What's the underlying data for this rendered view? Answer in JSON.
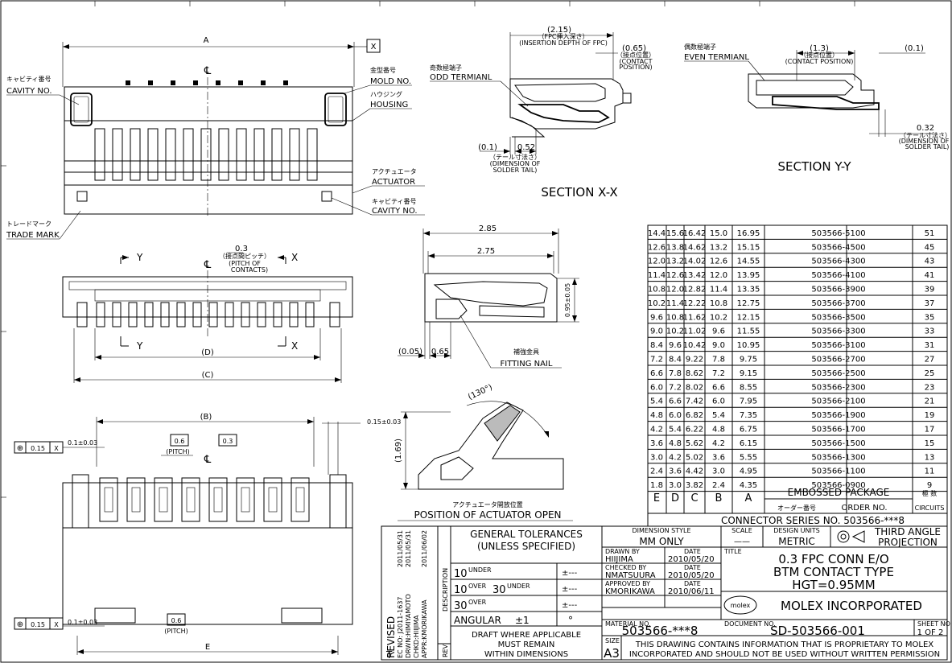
{
  "top_view": {
    "dim_a": "A",
    "datum_x": "X",
    "centerline": "℄",
    "cavity_jp": "キャビティ番号",
    "cavity_en": "CAVITY NO.",
    "mold_jp": "金型番号",
    "mold_en": "MOLD NO.",
    "housing_jp": "ハウジング",
    "housing_en": "HOUSING",
    "actuator_jp": "アクチュエータ",
    "actuator_en": "ACTUATOR",
    "cavity2_jp": "キャビティ番号",
    "cavity2_en": "CAVITY NO.",
    "trade_jp": "トレードマーク",
    "trade_en": "TRADE MARK"
  },
  "front_view": {
    "y_label": "Y",
    "x_label": "X",
    "pitch_val": "0.3",
    "pitch_jp": "（接点間ピッチ）",
    "pitch_en1": "(PITCH OF",
    "pitch_en2": "CONTACTS)",
    "dim_d": "(D)",
    "dim_c": "(C)"
  },
  "bottom_view": {
    "dim_b": "(B)",
    "tol_015": "0.15±0.03",
    "fc_pos": "⊕",
    "fc_val": "0.15",
    "fc_datum": "X",
    "tol_01": "0.1±0.03",
    "pitch_06": "0.6",
    "pitch_label": "(PITCH)",
    "box_03": "0.3",
    "pitch_06b": "0.6",
    "pitch_label_b": "(PITCH)",
    "dim_e": "E",
    "centerline": "℄"
  },
  "section_xx": {
    "dim_215": "(2.15)",
    "fpc_jp": "（FPC挿入深さ）",
    "fpc_en": "(INSERTION DEPTH OF FPC)",
    "dim_065": "(0.65)",
    "contact_jp": "（接点位置）",
    "contact_en1": "(CONTACT",
    "contact_en2": "POSITION)",
    "odd_jp": "奇数極端子",
    "odd_en": "ODD TERMIANL",
    "dim_01": "(0.1)",
    "dim_052": "0.52",
    "tail_jp": "（テール寸法さ）",
    "tail_en1": "(DIMENSION OF",
    "tail_en2": "SOLDER TAIL)",
    "title": "SECTION X-X"
  },
  "section_yy": {
    "even_jp": "偶数極端子",
    "even_en": "EVEN TERMIANL",
    "dim_13": "(1.3)",
    "contact_jp": "（接点位置）",
    "contact_en": "(CONTACT POSITION)",
    "dim_01": "(0.1)",
    "dim_032": "0.32",
    "tail_jp": "（テール寸法さ）",
    "tail_en1": "(DIMENSION OF",
    "tail_en2": "SOLDER TAIL)",
    "title": "SECTION Y-Y"
  },
  "side_view": {
    "dim_285": "2.85",
    "dim_275": "2.75",
    "dim_095": "0.95±0.05",
    "dim_005": "(0.05)",
    "dim_065": "0.65",
    "nail_jp": "補強金具",
    "nail_en": "FITTING NAIL"
  },
  "actuator_view": {
    "angle": "(130°)",
    "dim_169": "(1.69)",
    "title_jp": "アクチュエータ開放位置",
    "title_en": "POSITION OF ACTUATOR OPEN"
  },
  "order_table": {
    "rows": [
      [
        "14.4",
        "15.6",
        "16.42",
        "15.0",
        "16.95",
        "503566-5100",
        "51"
      ],
      [
        "12.6",
        "13.8",
        "14.62",
        "13.2",
        "15.15",
        "503566-4500",
        "45"
      ],
      [
        "12.0",
        "13.2",
        "14.02",
        "12.6",
        "14.55",
        "503566-4300",
        "43"
      ],
      [
        "11.4",
        "12.6",
        "13.42",
        "12.0",
        "13.95",
        "503566-4100",
        "41"
      ],
      [
        "10.8",
        "12.0",
        "12.82",
        "11.4",
        "13.35",
        "503566-3900",
        "39"
      ],
      [
        "10.2",
        "11.4",
        "12.22",
        "10.8",
        "12.75",
        "503566-3700",
        "37"
      ],
      [
        "9.6",
        "10.8",
        "11.62",
        "10.2",
        "12.15",
        "503566-3500",
        "35"
      ],
      [
        "9.0",
        "10.2",
        "11.02",
        "9.6",
        "11.55",
        "503566-3300",
        "33"
      ],
      [
        "8.4",
        "9.6",
        "10.42",
        "9.0",
        "10.95",
        "503566-3100",
        "31"
      ],
      [
        "7.2",
        "8.4",
        "9.22",
        "7.8",
        "9.75",
        "503566-2700",
        "27"
      ],
      [
        "6.6",
        "7.8",
        "8.62",
        "7.2",
        "9.15",
        "503566-2500",
        "25"
      ],
      [
        "6.0",
        "7.2",
        "8.02",
        "6.6",
        "8.55",
        "503566-2300",
        "23"
      ],
      [
        "5.4",
        "6.6",
        "7.42",
        "6.0",
        "7.95",
        "503566-2100",
        "21"
      ],
      [
        "4.8",
        "6.0",
        "6.82",
        "5.4",
        "7.35",
        "503566-1900",
        "19"
      ],
      [
        "4.2",
        "5.4",
        "6.22",
        "4.8",
        "6.75",
        "503566-1700",
        "17"
      ],
      [
        "3.6",
        "4.8",
        "5.62",
        "4.2",
        "6.15",
        "503566-1500",
        "15"
      ],
      [
        "3.0",
        "4.2",
        "5.02",
        "3.6",
        "5.55",
        "503566-1300",
        "13"
      ],
      [
        "2.4",
        "3.6",
        "4.42",
        "3.0",
        "4.95",
        "503566-1100",
        "11"
      ],
      [
        "1.8",
        "3.0",
        "3.82",
        "2.4",
        "4.35",
        "503566-0900",
        "9"
      ]
    ],
    "headers": [
      "E",
      "D",
      "C",
      "B",
      "A"
    ],
    "embossed": "EMBOSSED PACKAGE",
    "order_jp": "オーダー番号",
    "order_en": "ORDER NO.",
    "circuits_jp": "極 数",
    "circuits_en": "CIRCUITS",
    "series": "CONNECTOR SERIES NO. 503566-***8"
  },
  "title_block": {
    "revised": "REVISED",
    "ec_no": "EC NO: J2011-1637",
    "drwn": "DRWN:HIMIYAMOTO",
    "chkd": "CHKD:HIIJIMA",
    "appr": "APPR:KMORIKAWA",
    "date1": "2011/05/31",
    "date2": "2011/05/31",
    "date3": "2011/06/02",
    "rev_mark": "T",
    "desc": "DESCRIPTION",
    "rev": "REV",
    "tol_title1": "GENERAL TOLERANCES",
    "tol_title2": "(UNLESS SPECIFIED)",
    "tol_r1a": "10",
    "tol_r1b": "UNDER",
    "tol_r2a": "10",
    "tol_r2b": "OVER",
    "tol_r2c": "30",
    "tol_r2d": "UNDER",
    "tol_r3a": "30",
    "tol_r3b": "OVER",
    "tol_pm": "±---",
    "angular": "ANGULAR",
    "angular_tol": "±1",
    "angular_unit": "°",
    "draft1": "DRAFT WHERE APPLICABLE",
    "draft2": "MUST REMAIN",
    "draft3": "WITHIN DIMENSIONS",
    "dim_style": "DIMENSION STYLE",
    "mm_only": "MM ONLY",
    "scale": "SCALE",
    "scale_val": "——",
    "design_units": "DESIGN UNITS",
    "metric": "METRIC",
    "projection1": "THIRD ANGLE",
    "projection2": "PROJECTION",
    "drawn_by": "DRAWN BY",
    "drawn_name": "HIIJIMA",
    "date_lbl": "DATE",
    "drawn_date": "2010/05/20",
    "checked_by": "CHECKED BY",
    "checked_name": "NMATSUURA",
    "checked_date": "2010/05/20",
    "approved_by": "APPROVED BY",
    "approved_name": "KMORIKAWA",
    "approved_date": "2010/06/11",
    "title_lbl": "TITLE",
    "title1": "0.3 FPC CONN E/O",
    "title2": "BTM CONTACT TYPE",
    "title3": "HGT=0.95MM",
    "molex_logo": "molex",
    "company": "MOLEX INCORPORATED",
    "material_lbl": "MATERIAL NO.",
    "material": "503566-***8",
    "document_lbl": "DOCUMENT NO.",
    "document": "SD-503566-001",
    "sheet_lbl": "SHEET NO.",
    "sheet": "1 OF 2",
    "size_lbl": "SIZE",
    "size": "A3",
    "notice1": "THIS DRAWING CONTAINS INFORMATION THAT IS PROPRIETARY TO MOLEX",
    "notice2": "INCORPORATED AND SHOULD NOT BE USED WITHOUT WRITTEN PERMISSION"
  }
}
